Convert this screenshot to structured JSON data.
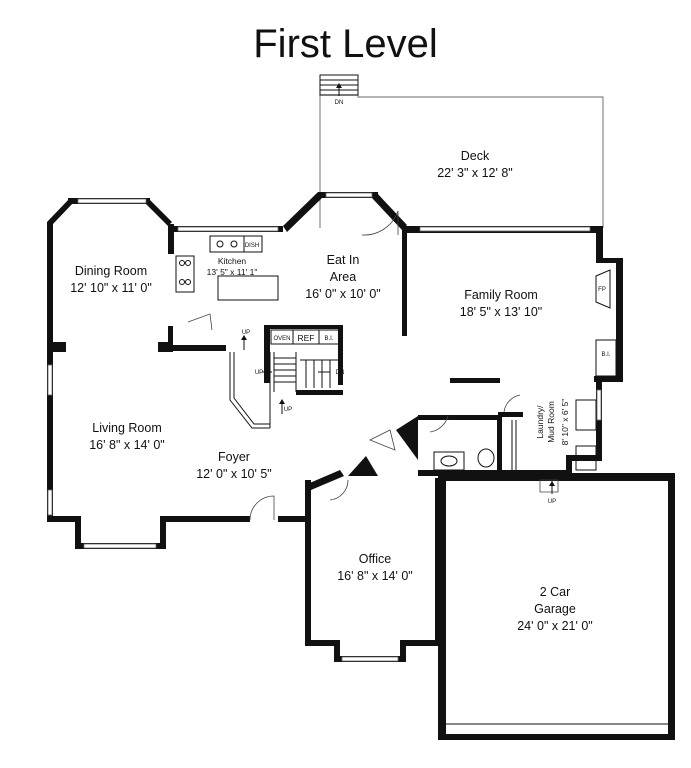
{
  "title": "First Level",
  "rooms": {
    "deck": {
      "name": "Deck",
      "dims": "22' 3\" x 12' 8\""
    },
    "dining": {
      "name": "Dining Room",
      "dims": "12' 10\" x 11' 0\""
    },
    "kitchen": {
      "name": "Kitchen",
      "dims": "13' 5\" x 11' 1\""
    },
    "eat_in": {
      "name_line1": "Eat In",
      "name_line2": "Area",
      "dims": "16' 0\" x 10' 0\""
    },
    "family": {
      "name": "Family Room",
      "dims": "18' 5\" x 13' 10\""
    },
    "living": {
      "name": "Living Room",
      "dims": "16' 8\" x 14' 0\""
    },
    "foyer": {
      "name": "Foyer",
      "dims": "12' 0\" x 10' 5\""
    },
    "laundry": {
      "name_line1": "Laundry/",
      "name_line2": "Mud Room",
      "dims": "8' 10\" x 6' 5\""
    },
    "office": {
      "name": "Office",
      "dims": "16' 8\" x 14' 0\""
    },
    "garage": {
      "name_line1": "2 Car",
      "name_line2": "Garage",
      "dims": "24' 0\" x 21' 0\""
    }
  },
  "fixtures": {
    "dish": "DISH",
    "oven": "OVEN",
    "ref": "REF",
    "bi_kitchen": "B.I.",
    "fp": "FP",
    "bi_family": "B.I."
  },
  "stairs": {
    "dn_deck": "DN",
    "up_kitchen": "UP",
    "up_left": "UP",
    "dn_right": "DN",
    "up_lower": "UP",
    "up_garage": "UP"
  }
}
